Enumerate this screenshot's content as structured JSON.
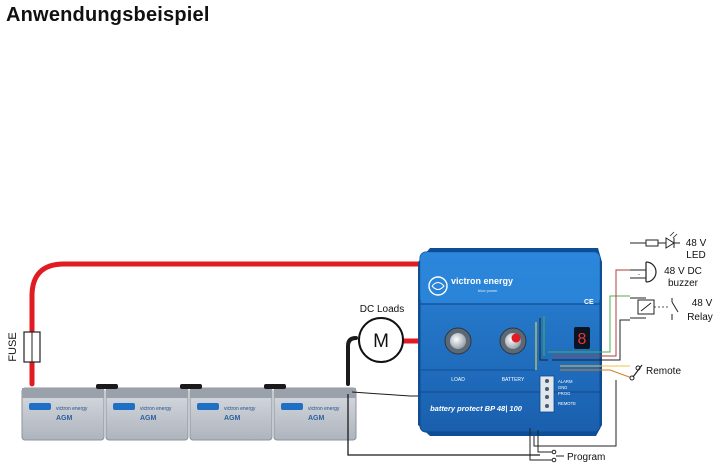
{
  "title": "Anwendungsbeispiel",
  "colors": {
    "positive_wire": "#e01b22",
    "negative_wire": "#1a1a1a",
    "device_blue": "#1f6fc4",
    "device_blue_dark": "#14508f",
    "battery_body": "#c7ccd4"
  },
  "fuse": {
    "label": "FUSE"
  },
  "motor": {
    "symbol": "M",
    "label": "DC Loads"
  },
  "batteries": {
    "count": 4,
    "brand": "victron energy",
    "model": "AGM"
  },
  "device": {
    "brand": "victron energy",
    "tagline": "blue power",
    "ce_mark": "CE",
    "display_digit": "8",
    "name": "battery protect BP 48| 100",
    "terminal_load": "LOAD",
    "terminal_battery": "BATTERY",
    "pins": [
      "ALARM",
      "GND",
      "PROG"
    ],
    "pin_remote": "REMOTE"
  },
  "outputs": {
    "led": {
      "line1": "48 V",
      "line2": "LED",
      "icon": "led-icon"
    },
    "buzzer": {
      "line1": "48 V DC",
      "line2": "buzzer",
      "icon": "buzzer-icon"
    },
    "relay": {
      "line1": "48 V",
      "line2": "Relay",
      "icon": "relay-icon"
    }
  },
  "remote": {
    "label": "Remote"
  },
  "program": {
    "label": "Program"
  }
}
